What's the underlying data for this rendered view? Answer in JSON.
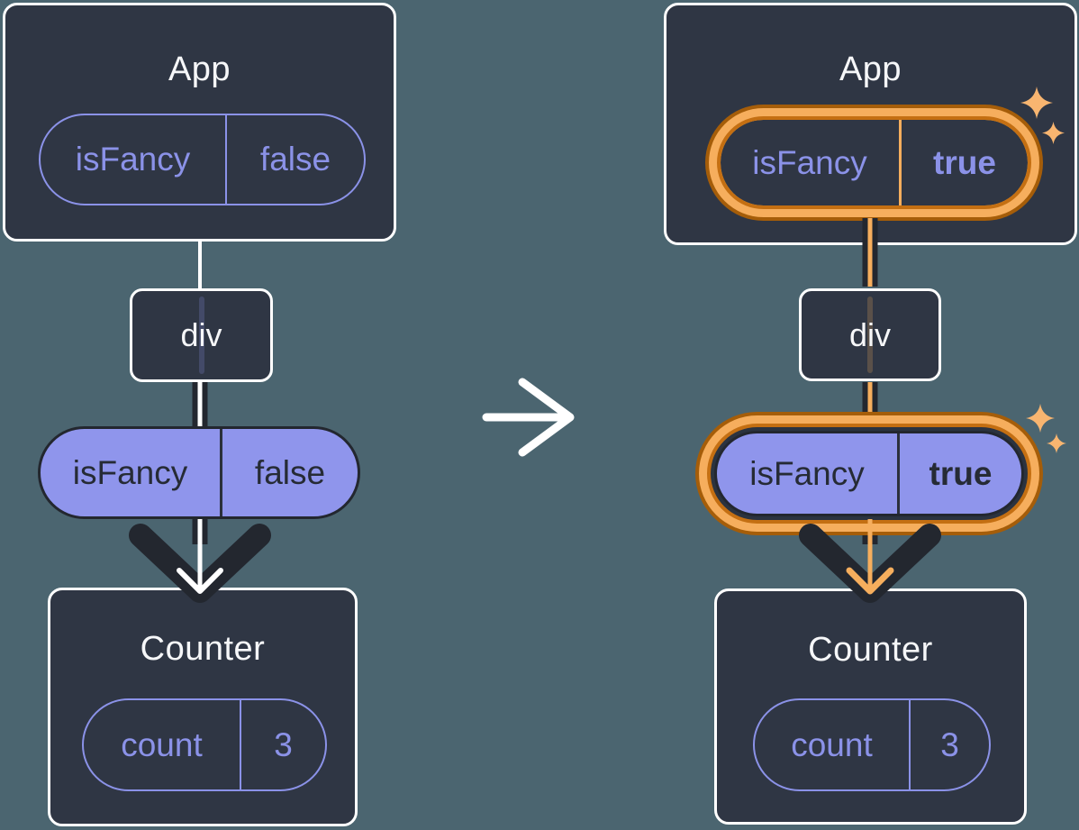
{
  "diagram": {
    "before": {
      "app": {
        "title": "App",
        "pill": {
          "key": "isFancy",
          "value": "false"
        }
      },
      "div": {
        "label": "div"
      },
      "prop": {
        "key": "isFancy",
        "value": "false"
      },
      "counter": {
        "title": "Counter",
        "pill": {
          "key": "count",
          "value": "3"
        }
      }
    },
    "after": {
      "app": {
        "title": "App",
        "pill": {
          "key": "isFancy",
          "value": "true"
        }
      },
      "div": {
        "label": "div"
      },
      "prop": {
        "key": "isFancy",
        "value": "true"
      },
      "counter": {
        "title": "Counter",
        "pill": {
          "key": "count",
          "value": "3"
        }
      }
    },
    "colors": {
      "background": "#4b6570",
      "card": "#2f3644",
      "purple": "#8b92e8",
      "purple_fill": "#8f95ec",
      "dark": "#23272f",
      "orange_light": "#f6ae5d",
      "orange_mid": "#c46f12",
      "orange_dark": "#a55d09",
      "sparkle": "#f8b570"
    }
  }
}
